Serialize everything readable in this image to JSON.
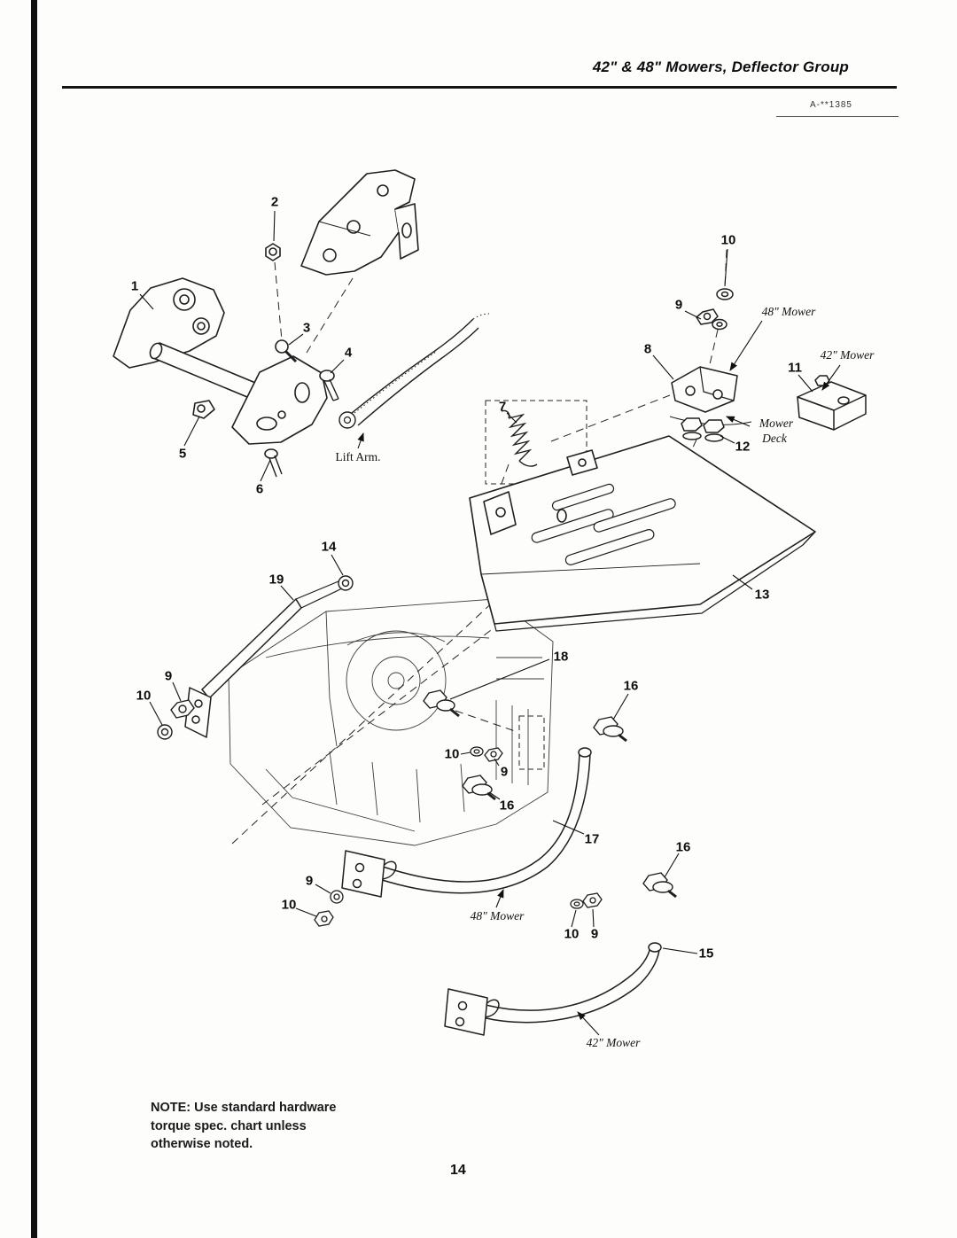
{
  "header": {
    "title": "42\" & 48\" Mowers, Deflector Group",
    "doc_code": "A-**1385"
  },
  "diagram": {
    "callouts": [
      "2",
      "1",
      "3",
      "4",
      "5",
      "6",
      "7",
      "8",
      "9",
      "10",
      "11",
      "12",
      "13",
      "14",
      "19",
      "9",
      "10",
      "18",
      "16",
      "10",
      "9",
      "16",
      "17",
      "16",
      "9",
      "10",
      "10",
      "9",
      "15"
    ],
    "labels": {
      "mower_48_top": "48\" Mower",
      "mower_42_top": "42\" Mower",
      "mower_deck_1": "Mower",
      "mower_deck_2": "Deck",
      "lift_arm": "Lift Arm.",
      "mower_48_bottom": "48\" Mower",
      "mower_42_bottom": "42\" Mower"
    }
  },
  "footer": {
    "note_lines": [
      "NOTE: Use standard hardware",
      "torque spec. chart unless",
      "otherwise noted."
    ],
    "page_number": "14"
  },
  "colors": {
    "ink": "#111111",
    "phantom": "#3c3c3c",
    "paper": "#fdfdfc"
  }
}
